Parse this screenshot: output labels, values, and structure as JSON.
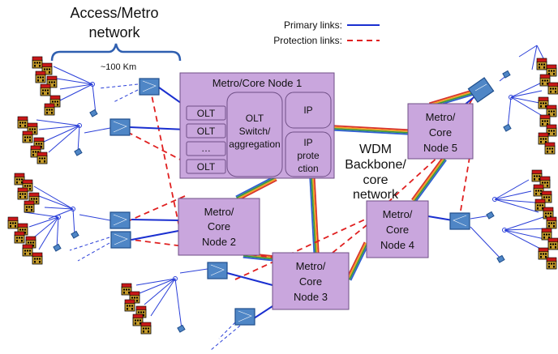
{
  "labels": {
    "access_title_line1": "Access/Metro",
    "access_title_line2": "network",
    "distance": "~100 Km",
    "legend_primary": "Primary links:",
    "legend_protection": "Protection links:",
    "wdm_line1": "WDM",
    "wdm_line2": "Backbone/",
    "wdm_line3": "core",
    "wdm_line4": "network"
  },
  "node1": {
    "title": "Metro/Core Node   1",
    "olt": [
      "OLT",
      "OLT",
      "…",
      "OLT"
    ],
    "switch_line1": "OLT",
    "switch_line2": "Switch/",
    "switch_line3": "aggregation",
    "ip": "IP",
    "ipprot_line1": "IP",
    "ipprot_line2": "prote",
    "ipprot_line3": "ction"
  },
  "node2": {
    "line1": "Metro/",
    "line2": "Core",
    "line3": "Node   2"
  },
  "node3": {
    "line1": "Metro/",
    "line2": "Core",
    "line3": "Node   3"
  },
  "node4": {
    "line1": "Metro/",
    "line2": "Core",
    "line3": "Node   4"
  },
  "node5": {
    "line1": "Metro/",
    "line2": "Core",
    "line3": "Node   5"
  },
  "colors": {
    "primary": "#1a2fd0",
    "protection": "#e02020",
    "node_fill": "#c9a6dd",
    "fiber_red": "#d8342c",
    "fiber_orange": "#f4a020",
    "fiber_green": "#3a9a3a",
    "fiber_blue": "#3060d0"
  }
}
